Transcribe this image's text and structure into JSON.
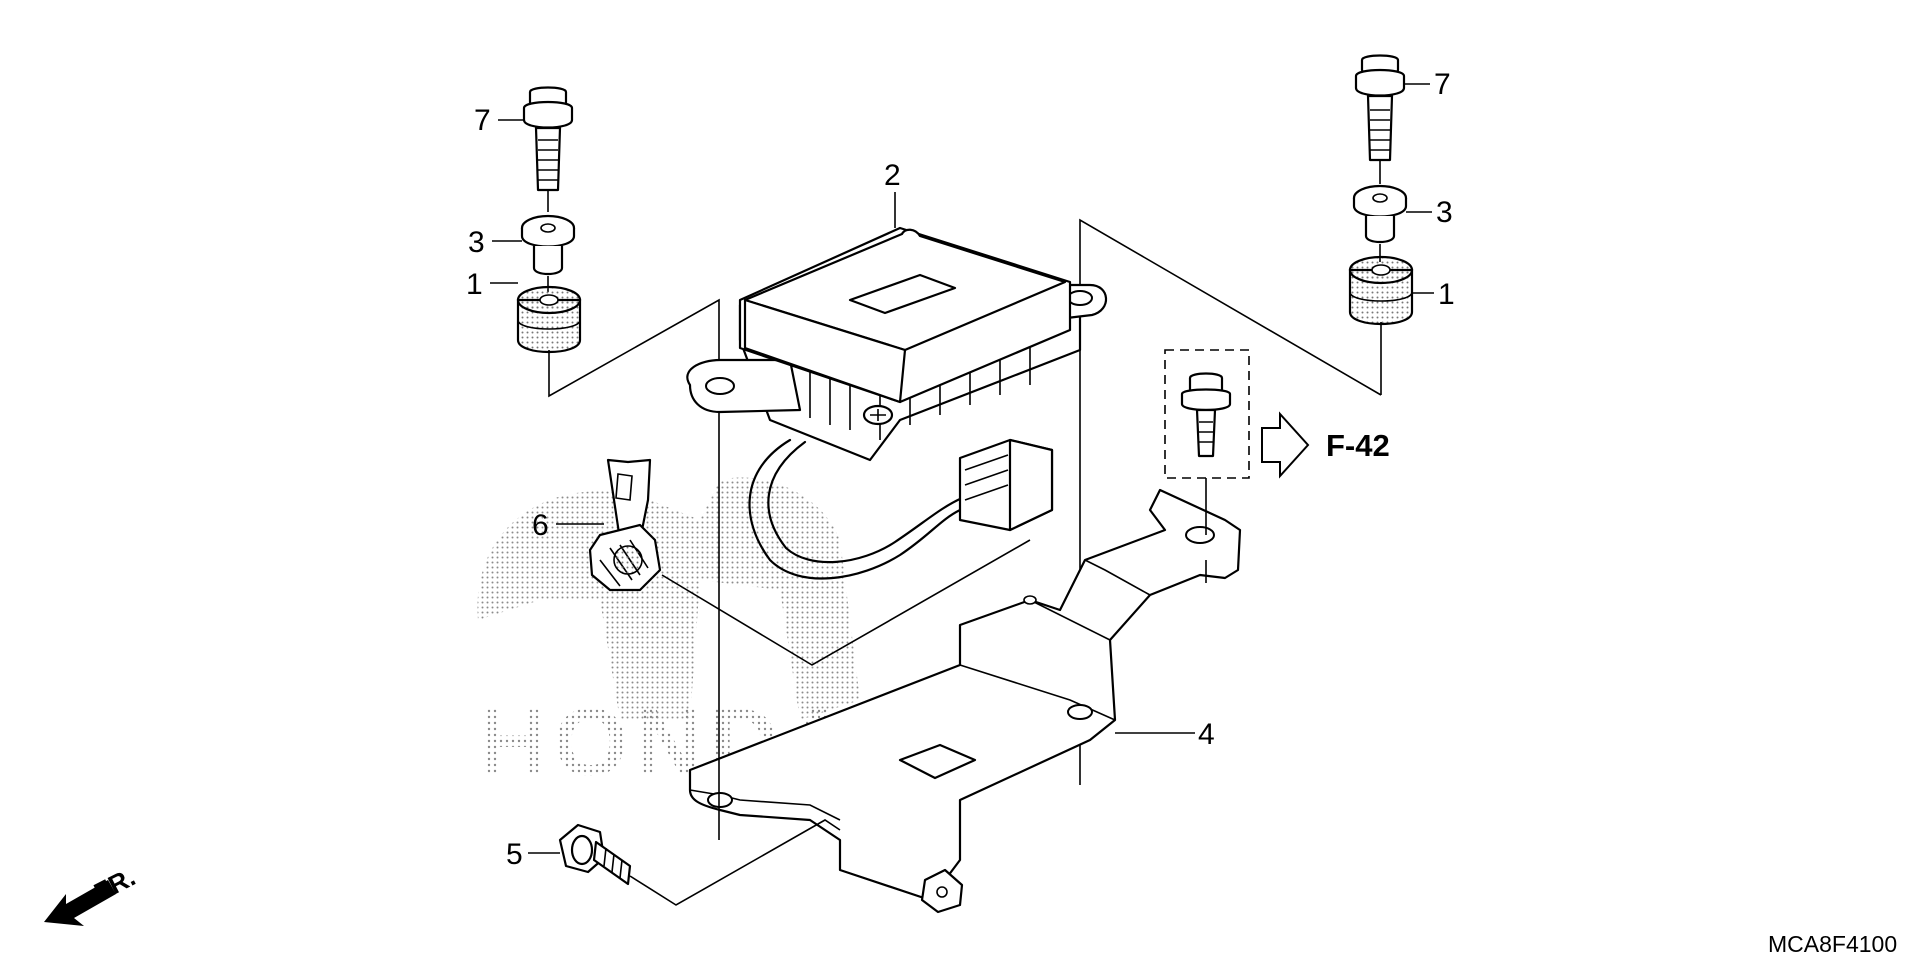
{
  "callouts": [
    {
      "id": "1",
      "text": "1"
    },
    {
      "id": "2",
      "text": "2"
    },
    {
      "id": "3",
      "text": "3"
    },
    {
      "id": "4",
      "text": "4"
    },
    {
      "id": "5",
      "text": "5"
    },
    {
      "id": "6",
      "text": "6"
    },
    {
      "id": "7",
      "text": "7"
    }
  ],
  "reference": "F-42",
  "front_indicator": "FR.",
  "diagram_code": "MCA8F4100",
  "watermark": "HONDA"
}
